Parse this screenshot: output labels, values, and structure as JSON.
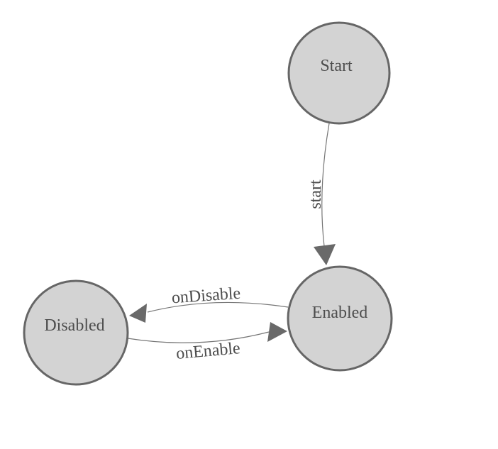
{
  "diagram": {
    "type": "state-machine",
    "background_color": "#ffffff",
    "colors": {
      "node_fill": "#d3d3d3",
      "node_stroke": "#666666",
      "label_text": "#4d4d4d",
      "edge_line": "#757575",
      "arrowhead": "#696969"
    },
    "nodes": [
      {
        "id": "start",
        "label": "Start"
      },
      {
        "id": "enabled",
        "label": "Enabled"
      },
      {
        "id": "disabled",
        "label": "Disabled"
      }
    ],
    "edges": [
      {
        "from": "start",
        "to": "enabled",
        "label": "start"
      },
      {
        "from": "enabled",
        "to": "disabled",
        "label": "onDisable"
      },
      {
        "from": "disabled",
        "to": "enabled",
        "label": "onEnable"
      }
    ]
  }
}
